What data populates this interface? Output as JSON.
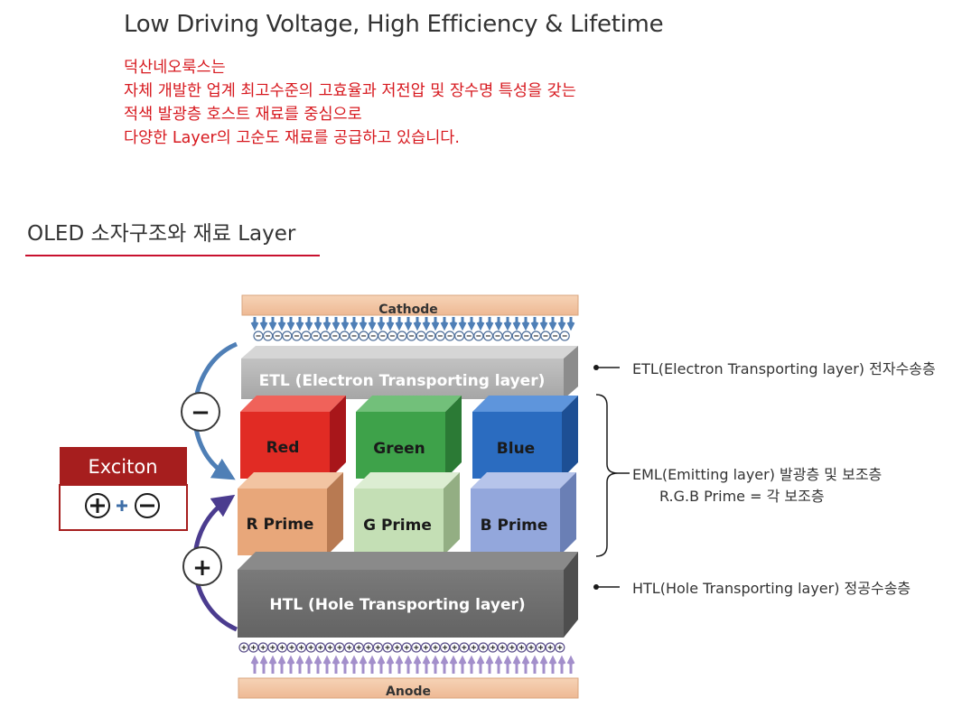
{
  "header": {
    "headline": "Low Driving Voltage, High Efficiency & Lifetime",
    "intro_lines": [
      "덕산네오룩스는",
      "자체 개발한 업계 최고수준의 고효율과 저전압 및 장수명 특성을 갖는",
      "적색 발광층 호스트 재료를 중심으로",
      "다양한 Layer의 고순도 재료를 공급하고 있습니다."
    ]
  },
  "section": {
    "title": "OLED 소자구조와 재료 Layer"
  },
  "diagram": {
    "cathode": "Cathode",
    "anode": "Anode",
    "etl": "ETL (Electron Transporting layer)",
    "htl": "HTL (Hole Transporting layer)",
    "emitters": [
      "Red",
      "Green",
      "Blue"
    ],
    "primes": [
      "R Prime",
      "G Prime",
      "B Prime"
    ],
    "exciton": "Exciton",
    "minus_sign": "−",
    "plus_sign": "+",
    "legend": {
      "etl": "ETL(Electron Transporting layer) 전자수송층",
      "eml_line1": "EML(Emitting layer) 발광층 및 보조층",
      "eml_line2": "R.G.B Prime = 각 보조층",
      "htl": "HTL(Hole Transporting layer) 정공수송층"
    },
    "colors": {
      "accent_red": "#d7191f",
      "cathode": "#f3c6a4",
      "etl": "#b3b3b3",
      "htl": "#6f6f6f",
      "red": "#e12b24",
      "green": "#3ea24a",
      "blue": "#2b6cc0",
      "r_prime": "#e8a77a",
      "g_prime": "#c4dfb5",
      "b_prime": "#93a7dc",
      "exciton_header": "#a61e1e",
      "arrow_blue": "#4f7fb6",
      "arrow_purple": "#4b3c8f"
    }
  }
}
